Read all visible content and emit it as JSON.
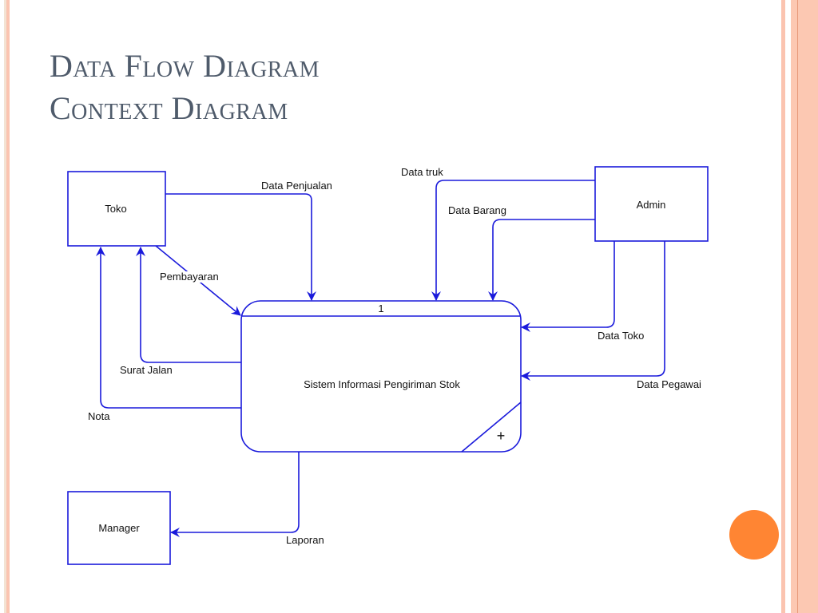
{
  "slide": {
    "title_lines": [
      "Data Flow Diagram",
      "Context Diagram"
    ],
    "accent_color": "#ff8533",
    "border_color": "#fbc4b0"
  },
  "diagram": {
    "process": {
      "number": "1",
      "name": "Sistem Informasi Pengiriman Stok",
      "expand_marker": "+"
    },
    "entities": {
      "toko": "Toko",
      "admin": "Admin",
      "manager": "Manager"
    },
    "flows": {
      "data_penjualan": "Data Penjualan",
      "pembayaran": "Pembayaran",
      "surat_jalan": "Surat Jalan",
      "nota": "Nota",
      "data_truk": "Data truk",
      "data_barang": "Data Barang",
      "data_toko": "Data Toko",
      "data_pegawai": "Data Pegawai",
      "laporan": "Laporan"
    },
    "line_color": "#1a1adb"
  }
}
